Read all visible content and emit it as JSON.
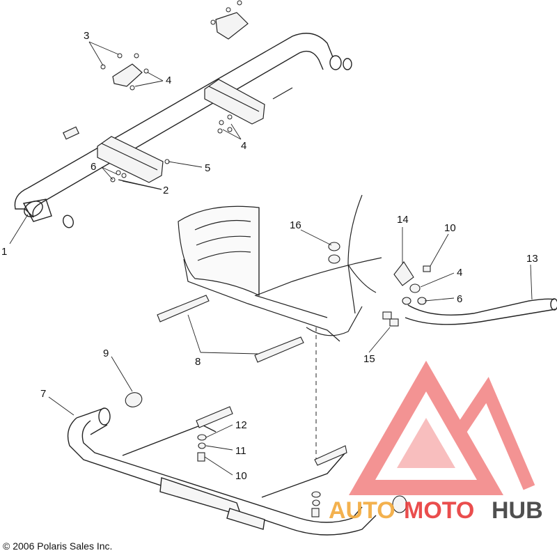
{
  "callouts": {
    "c1": "1",
    "c2": "2",
    "c3": "3",
    "c4a": "4",
    "c4b": "4",
    "c4c": "4",
    "c5": "5",
    "c6a": "6",
    "c6b": "6",
    "c7": "7",
    "c8": "8",
    "c9": "9",
    "c10a": "10",
    "c10b": "10",
    "c11": "11",
    "c12": "12",
    "c13": "13",
    "c14": "14",
    "c15": "15",
    "c16": "16"
  },
  "copyright": "© 2006 Polaris Sales Inc.",
  "watermark": {
    "part1": "AUTO",
    "part2": "MOTO",
    "part3": "HUB",
    "colors": {
      "auto": "#f2a93b",
      "moto": "#e83a3a",
      "hub": "#3d3d3d",
      "logo": "#f07070"
    }
  }
}
